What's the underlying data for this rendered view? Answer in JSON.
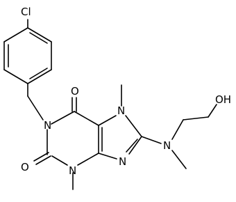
{
  "labels": {
    "cl": "Cl",
    "n1": "N",
    "n3": "N",
    "n7": "N",
    "n9": "N",
    "n_amine": "N",
    "o6": "O",
    "o2": "O",
    "oh": "OH"
  }
}
